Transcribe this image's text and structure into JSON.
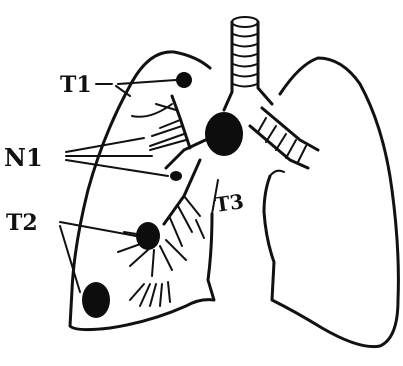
{
  "figure": {
    "labels": {
      "t1": "T1",
      "n1": "N1",
      "t2": "T2",
      "t3": "T3"
    },
    "colors": {
      "ink": "#111111",
      "background": "#ffffff"
    }
  }
}
